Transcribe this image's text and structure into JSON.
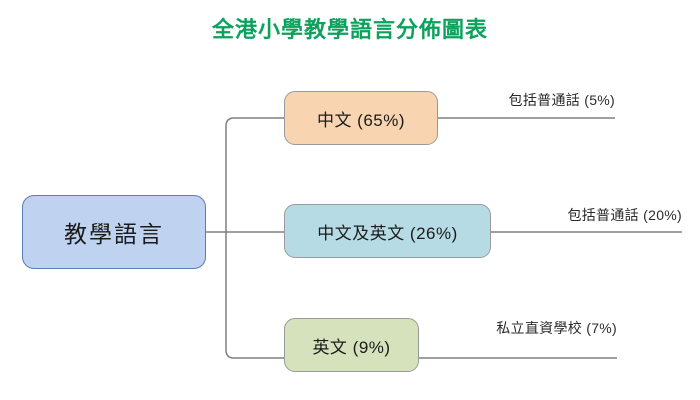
{
  "title": "全港小學教學語言分佈圖表",
  "colors": {
    "title_green": "#0ca15c",
    "root_fill": "#bfd3f0",
    "root_border": "#5b7cb5",
    "branch1_fill": "#f8d4b0",
    "branch2_fill": "#b6dbe4",
    "branch3_fill": "#d6e2bb",
    "connector": "#808080",
    "text": "#1b1b1b"
  },
  "root": {
    "label": "教學語言"
  },
  "branches": [
    {
      "label": "中文 (65%)",
      "note": "包括普通話 (5%)"
    },
    {
      "label": "中文及英文 (26%)",
      "note": "包括普通話 (20%)"
    },
    {
      "label": "英文 (9%)",
      "note": "私立直資學校 (7%)"
    }
  ],
  "chart_data": {
    "type": "diagram",
    "title": "全港小學教學語言分佈圖表",
    "root": "教學語言",
    "categories": [
      "中文",
      "中文及英文",
      "英文"
    ],
    "values": [
      65,
      26,
      9
    ],
    "units": "%",
    "annotations": [
      {
        "category": "中文",
        "text": "包括普通話",
        "value": 5
      },
      {
        "category": "中文及英文",
        "text": "包括普通話",
        "value": 20
      },
      {
        "category": "英文",
        "text": "私立直資學校",
        "value": 7
      }
    ]
  }
}
